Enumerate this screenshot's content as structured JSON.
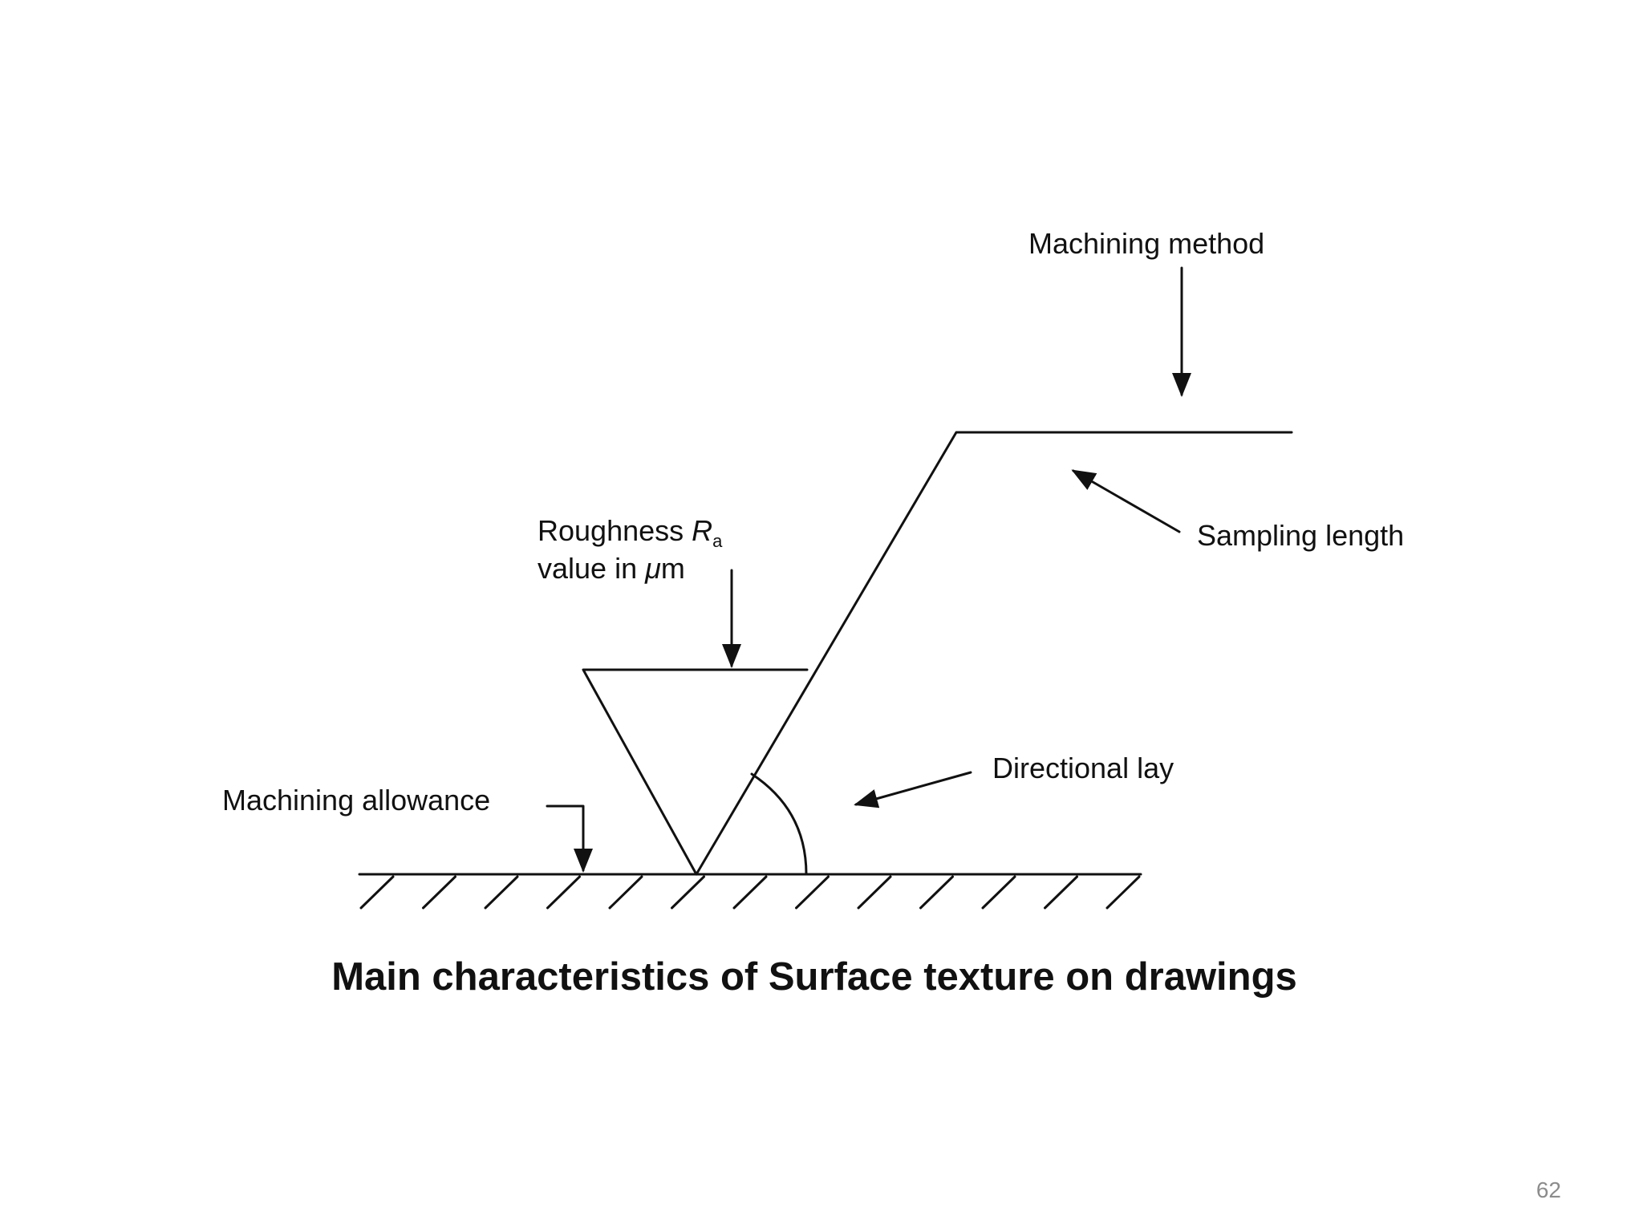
{
  "diagram": {
    "labels": {
      "machining_method": "Machining method",
      "sampling_length": "Sampling length",
      "roughness_line1_prefix": "Roughness ",
      "roughness_symbol": "R",
      "roughness_subscript": "a",
      "roughness_line2_prefix": "value in ",
      "roughness_mu": "μ",
      "roughness_unit": "m",
      "directional_lay": "Directional lay",
      "machining_allowance": "Machining allowance"
    },
    "caption": "Main characteristics of Surface texture on drawings"
  },
  "slide": {
    "page_number": "62"
  },
  "colors": {
    "ink": "#111111",
    "background": "#ffffff",
    "page_number": "#8c8c8c"
  }
}
